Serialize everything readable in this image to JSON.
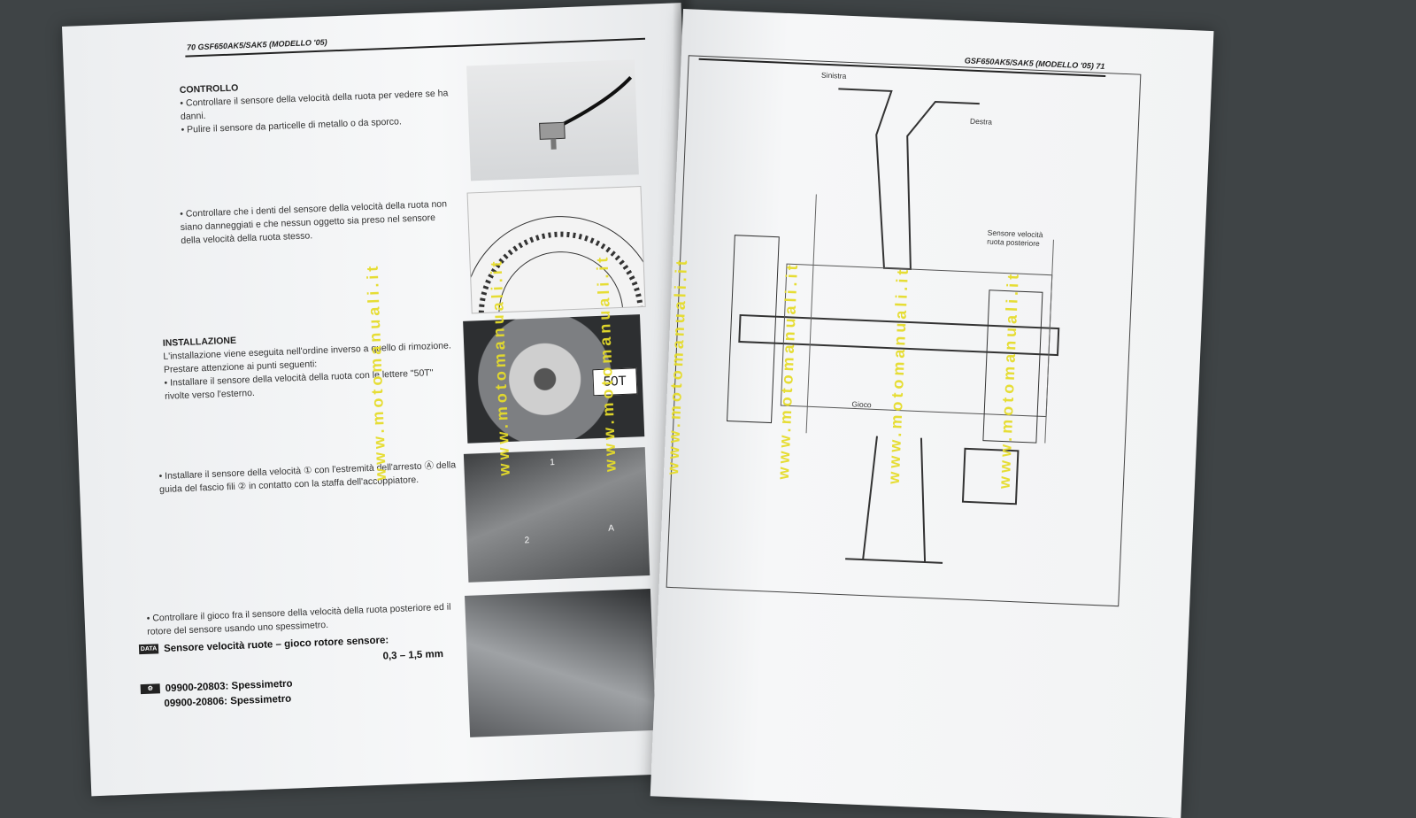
{
  "left_page": {
    "header": "70   GSF650AK5/SAK5 (MODELLO '05)",
    "controllo": {
      "title": "CONTROLLO",
      "bullet1": "• Controllare il sensore della velocità della ruota per vedere se ha danni.",
      "bullet2": "• Pulire il sensore da particelle di metallo o da sporco."
    },
    "bullet3": "• Controllare che i denti del sensore della velocità della ruota non siano danneggiati e che nessun oggetto sia preso nel sensore della velocità della ruota stesso.",
    "installazione": {
      "title": "INSTALLAZIONE",
      "para": "L'installazione viene eseguita nell'ordine inverso a quello di rimozione. Prestare attenzione ai punti seguenti:",
      "bullet1": "• Installare il sensore della velocità della ruota con le lettere \"50T\" rivolte verso l'esterno.",
      "bullet2": "• Installare il sensore della velocità ① con l'estremità dell'arresto Ⓐ della guida del fascio fili ② in contatto con la staffa dell'accoppiatore."
    },
    "photo_label": "50T",
    "photo_callouts": {
      "one": "1",
      "two": "2",
      "a": "A"
    },
    "gioco": {
      "bullet": "• Controllare il gioco fra il sensore della velocità della ruota posteriore ed il rotore del sensore usando uno spessimetro.",
      "data_icon": "DATA",
      "spec_label": "Sensore velocità ruote – gioco rotore sensore:",
      "spec_value": "0,3 – 1,5 mm",
      "tool1": "09900-20803: Spessimetro",
      "tool2": "09900-20806: Spessimetro"
    }
  },
  "right_page": {
    "header": "GSF650AK5/SAK5 (MODELLO '05)   71",
    "labels": {
      "sinistra": "Sinistra",
      "destra": "Destra",
      "sensore": "Sensore velocità ruota posteriore",
      "gioco": "Gioco"
    }
  },
  "watermark": "www.motomanuali.it"
}
